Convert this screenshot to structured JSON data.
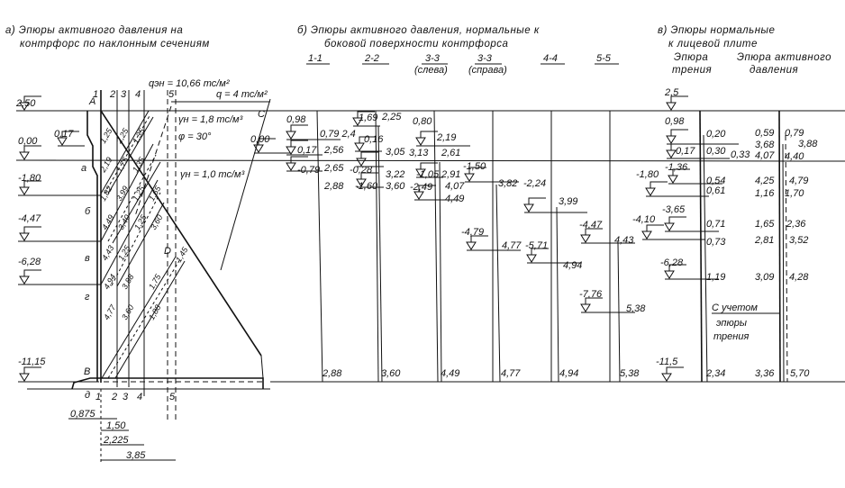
{
  "titles": {
    "a_line1": "а) Эпюры активного давления на",
    "a_line2": "контрфорс по наклонным сечениям",
    "b_line1": "б) Эпюры активного давления, нормальные к",
    "b_line2": "боковой поверхности контрфорса",
    "c_line1": "в) Эпюры нормальные",
    "c_line2": "к лицевой плите",
    "c_friction1": "Эпюра",
    "c_friction2": "трения",
    "c_active1": "Эпюра активного",
    "c_active2": "давления"
  },
  "sections_b": [
    "1-1",
    "2-2",
    "3-3",
    "(слева)",
    "3-3",
    "(справа)",
    "4-4",
    "5-5"
  ],
  "left": {
    "elevations": [
      "2,50",
      "0,00",
      "0,17",
      "-1,80",
      "-4,47",
      "-6,28",
      "-11,15",
      "0,00"
    ],
    "points": [
      "A",
      "B",
      "C",
      "D"
    ],
    "zones": [
      "а",
      "б",
      "в",
      "г",
      "д"
    ],
    "section_top": [
      "1",
      "2",
      "3",
      "4",
      "5"
    ],
    "section_bottom": [
      "1",
      "2",
      "3",
      "4",
      "5"
    ],
    "loads": [
      "qэн = 10,66 тс/м²",
      "q = 4 тс/м²",
      "γн = 1,8 тс/м³",
      "φ = 30°",
      "γн = 1,0 тс/м³"
    ],
    "diagonal_values": [
      "1,25",
      "2,25",
      "1,35",
      "2,19",
      "1,75",
      "1,35",
      "1,82",
      "3,99",
      "1,25",
      "1,65",
      "4,49",
      "3,40",
      "1,25",
      "3,60",
      "4,43",
      "1,25",
      "1,45",
      "4,94",
      "3,88",
      "1,75",
      "4,77",
      "3,60",
      "1,88"
    ],
    "dimensions": [
      "0,875",
      "1,50",
      "2,225",
      "3,85"
    ]
  },
  "middle": {
    "labels": [
      "0,98",
      "0,79 2,4",
      "0,16",
      "1,69",
      "2,25",
      "0,80",
      "2,19",
      "0,17",
      "2,56",
      "3,05",
      "3,13",
      "2,61",
      "-0,79",
      "2,65",
      "-0,28",
      "3,22",
      "-1,05",
      "2,91",
      "-1,50",
      "2,88",
      "-1,60",
      "3,60",
      "-2,49",
      "4,07",
      "4,49",
      "3,82",
      "-2,24",
      "3,99",
      "-4,79",
      "4,77",
      "-5,71",
      "4,94",
      "-4,47",
      "4,43",
      "-7,76",
      "5,38"
    ],
    "bottom": [
      "2,88",
      "3,60",
      "4,49",
      "4,77",
      "4,94",
      "5,38"
    ]
  },
  "right": {
    "labels": [
      "2,5",
      "0,98",
      "0,17",
      "0,20",
      "0,30",
      "0,33",
      "0,59",
      "3,68",
      "4,07",
      "0,79",
      "3,88",
      "4,40",
      "-1,36",
      "-1,80",
      "0,54",
      "0,61",
      "4,25",
      "1,16",
      "4,79",
      "1,70",
      "-3,65",
      "-4,10",
      "0,71",
      "0,73",
      "1,65",
      "2,81",
      "2,36",
      "3,52",
      "-6,28",
      "1,19",
      "3,09",
      "4,28",
      "-11,5",
      "2,34",
      "3,36",
      "5,70"
    ],
    "note1": "С учетом",
    "note2": "эпюры",
    "note3": "трения"
  }
}
